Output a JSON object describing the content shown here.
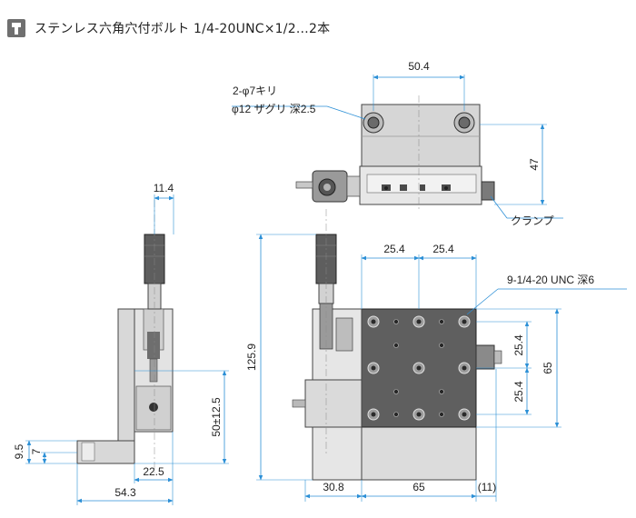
{
  "header": {
    "icon": "bolt-icon",
    "text": "ステンレス六角穴付ボルト 1/4-20UNC×1/2…2本"
  },
  "colors": {
    "dimension_line": "#2b8fd6",
    "stage_dark": "#5a5a5a",
    "stage_light": "#d8d8d8"
  },
  "top_view": {
    "dim_width": "50.4",
    "dim_height": "47",
    "hole_note_1": "2-φ7キリ",
    "hole_note_2": "φ12 ザグリ 深2.5",
    "clamp_label": "クランプ"
  },
  "side_view": {
    "dim_micrometer": "11.4",
    "dim_travel": "50±12.5",
    "dim_95": "9.5",
    "dim_7": "7",
    "dim_225": "22.5",
    "dim_543": "54.3"
  },
  "front_view": {
    "dim_overall_height": "125.9",
    "dim_pitch_x1": "25.4",
    "dim_pitch_x2": "25.4",
    "tap_note": "9-1/4-20 UNC 深6",
    "dim_pitch_y1": "25.4",
    "dim_pitch_y2": "25.4",
    "dim_plate": "65",
    "dim_bottom_left": "30.8",
    "dim_bottom_mid": "65",
    "dim_bottom_right": "(11)"
  }
}
